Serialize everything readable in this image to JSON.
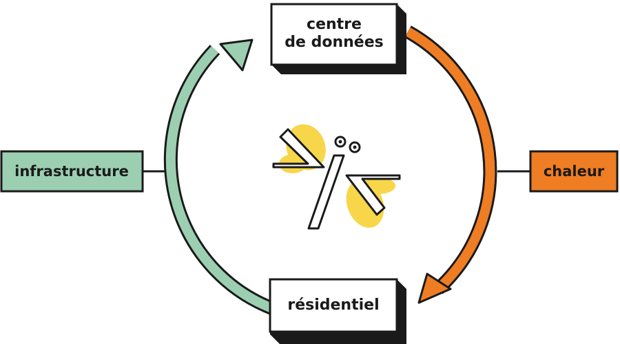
{
  "nodes": {
    "data_center": {
      "line1": "centre",
      "line2": "de données"
    },
    "residential": {
      "label": "résidentiel"
    },
    "infrastructure": {
      "label": "infrastructure"
    },
    "heat": {
      "label": "chaleur"
    }
  },
  "colors": {
    "green_arrow": "#9ccfb2",
    "orange_arrow": "#ef7d23",
    "infrastructure_fill": "#9ccfb2",
    "heat_fill": "#ef7d23",
    "butterfly_yellow": "#f7d64a",
    "outline": "#1a1a1a",
    "box_fill": "#ffffff"
  },
  "icons": {
    "center": "dragonfly-icon"
  }
}
